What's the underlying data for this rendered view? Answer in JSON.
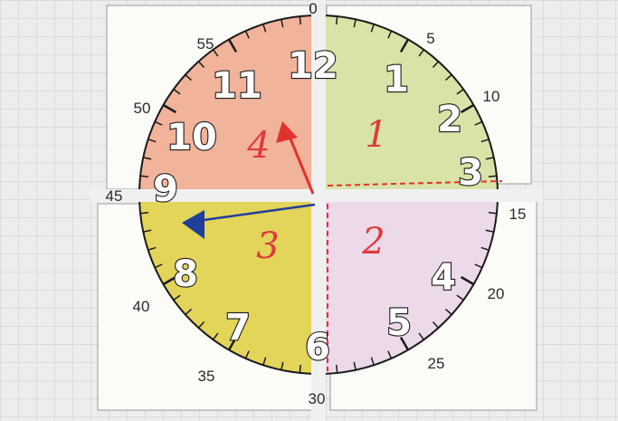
{
  "minute_labels": [
    "0",
    "5",
    "10",
    "15",
    "20",
    "25",
    "30",
    "35",
    "40",
    "45",
    "50",
    "55"
  ],
  "hour_numerals": [
    "12",
    "1",
    "2",
    "3",
    "4",
    "5",
    "6",
    "7",
    "8",
    "9",
    "10",
    "11"
  ],
  "quadrant_numbers": [
    "1",
    "2",
    "3",
    "4"
  ],
  "colors": {
    "grid_paper": "#e9ebea",
    "card": "#fbfbf8",
    "quadrant_1": "#d9e3a8",
    "quadrant_2": "#ecd9ea",
    "quadrant_3": "#e3d45a",
    "quadrant_4": "#f1b39a",
    "red_arrow": "#e0332d",
    "blue_arrow": "#1f3f9a",
    "quadrant_number": "#e03a3a"
  }
}
